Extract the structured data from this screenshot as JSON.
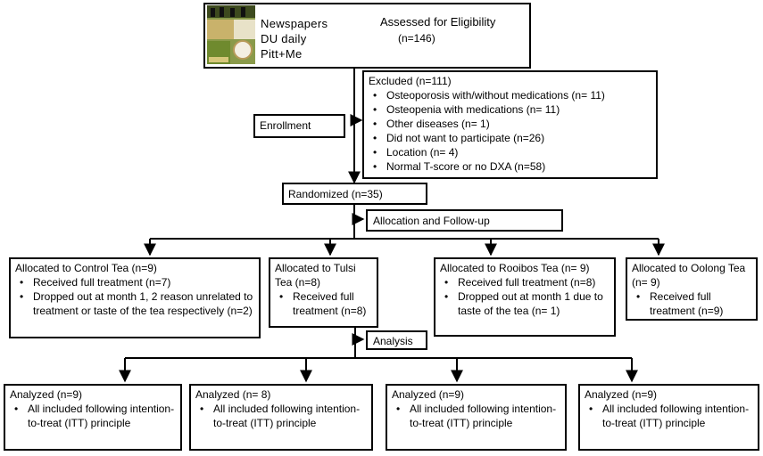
{
  "sources": {
    "items": [
      "Newspapers",
      "DU daily",
      "Pitt+Me"
    ]
  },
  "eligibility": {
    "label": "Assessed for Eligibility",
    "count": "(n=146)"
  },
  "excluded": {
    "title": "Excluded (n=111)",
    "items": [
      "Osteoporosis with/without medications (n= 11)",
      "Osteopenia with medications (n= 11)",
      "Other diseases (n= 1)",
      "Did not want to participate (n=26)",
      "Location (n= 4)",
      "Normal T-score or no DXA (n=58)"
    ]
  },
  "enrollment": "Enrollment",
  "randomized": "Randomized (n=35)",
  "allocation_stage": "Allocation and Follow-up",
  "analysis_stage": "Analysis",
  "allocations": [
    {
      "title": "Allocated to Control Tea (n=9)",
      "items": [
        "Received full treatment (n=7)",
        "Dropped out at month 1, 2 reason unrelated to treatment or taste of the tea respectively (n=2)"
      ]
    },
    {
      "title": "Allocated to Tulsi Tea (n=8)",
      "items": [
        "Received full treatment (n=8)"
      ]
    },
    {
      "title": "Allocated to Rooibos Tea (n= 9)",
      "items": [
        "Received full treatment (n=8)",
        "Dropped out at month 1 due to taste of the tea (n= 1)"
      ]
    },
    {
      "title": "Allocated to Oolong Tea (n= 9)",
      "items": [
        "Received full treatment (n=9)"
      ]
    }
  ],
  "analyses": [
    {
      "title": "Analyzed (n=9)",
      "items": [
        "All included following intention-to-treat (ITT) principle"
      ]
    },
    {
      "title": "Analyzed (n= 8)",
      "items": [
        "All included following intention-to-treat (ITT) principle"
      ]
    },
    {
      "title": "Analyzed (n=9)",
      "items": [
        "All included following intention-to-treat (ITT) principle"
      ]
    },
    {
      "title": "Analyzed (n=9)",
      "items": [
        "All included following intention-to-treat (ITT) principle"
      ]
    }
  ],
  "colors": {
    "line": "#000000",
    "box_border": "#000000"
  }
}
